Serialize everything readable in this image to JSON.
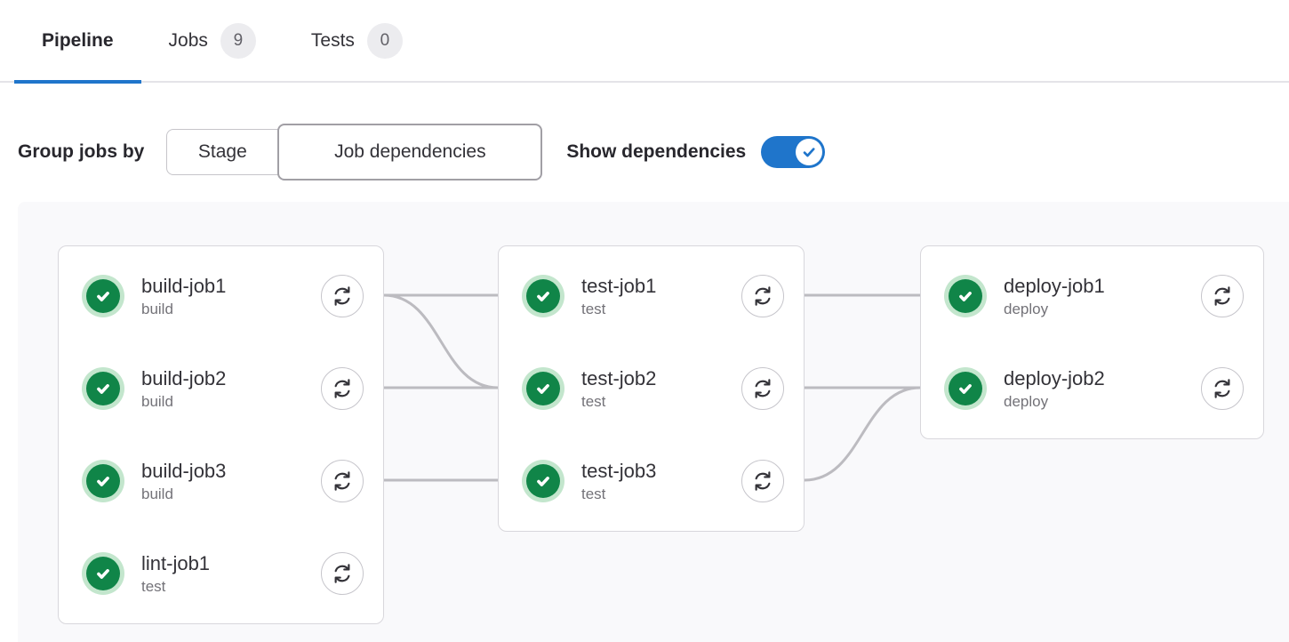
{
  "tabs": [
    {
      "label": "Pipeline",
      "active": true
    },
    {
      "label": "Jobs",
      "badge": "9"
    },
    {
      "label": "Tests",
      "badge": "0"
    }
  ],
  "controls": {
    "group_label": "Group jobs by",
    "options": [
      {
        "label": "Stage",
        "selected": false
      },
      {
        "label": "Job dependencies",
        "selected": true
      }
    ],
    "show_dependencies_label": "Show dependencies",
    "show_dependencies_on": true
  },
  "icons": {
    "status": "check-circle-icon",
    "retry": "retry-icon",
    "toggle": "check-icon"
  },
  "colors": {
    "accent_blue": "#1f75cb",
    "success_green": "#108548",
    "success_ring": "#c3e6cd",
    "link_gray": "#bcbbc0",
    "card_border": "#d8d7dc",
    "graph_bg": "#f9f9fb",
    "badge_bg": "#ececef",
    "text_primary": "#28272d",
    "text_secondary": "#737278"
  },
  "graph": {
    "columns": [
      {
        "jobs": [
          {
            "name": "build-job1",
            "stage": "build",
            "status": "success"
          },
          {
            "name": "build-job2",
            "stage": "build",
            "status": "success"
          },
          {
            "name": "build-job3",
            "stage": "build",
            "status": "success"
          },
          {
            "name": "lint-job1",
            "stage": "test",
            "status": "success"
          }
        ]
      },
      {
        "jobs": [
          {
            "name": "test-job1",
            "stage": "test",
            "status": "success"
          },
          {
            "name": "test-job2",
            "stage": "test",
            "status": "success"
          },
          {
            "name": "test-job3",
            "stage": "test",
            "status": "success"
          }
        ]
      },
      {
        "jobs": [
          {
            "name": "deploy-job1",
            "stage": "deploy",
            "status": "success"
          },
          {
            "name": "deploy-job2",
            "stage": "deploy",
            "status": "success"
          }
        ]
      }
    ],
    "links": [
      {
        "from": "build-job1",
        "to": "test-job1"
      },
      {
        "from": "build-job1",
        "to": "test-job2"
      },
      {
        "from": "build-job2",
        "to": "test-job2"
      },
      {
        "from": "build-job3",
        "to": "test-job3"
      },
      {
        "from": "test-job1",
        "to": "deploy-job1"
      },
      {
        "from": "test-job2",
        "to": "deploy-job2"
      },
      {
        "from": "test-job3",
        "to": "deploy-job2"
      }
    ]
  }
}
